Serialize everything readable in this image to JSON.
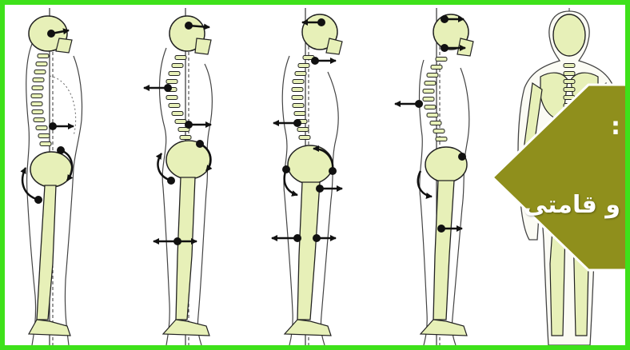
{
  "banner": {
    "colon": ":",
    "text": "و قامتی",
    "fill_color": "#8f8f1c"
  },
  "colors": {
    "frame_border": "#3ee11a",
    "bone_fill": "#e7f0b8",
    "outline": "#222222",
    "arrow": "#111111"
  },
  "figures": [
    {
      "name": "posture-figure-1",
      "view": "side"
    },
    {
      "name": "posture-figure-2",
      "view": "side"
    },
    {
      "name": "posture-figure-3",
      "view": "side"
    },
    {
      "name": "posture-figure-4",
      "view": "side"
    },
    {
      "name": "posture-figure-5",
      "view": "back"
    }
  ]
}
